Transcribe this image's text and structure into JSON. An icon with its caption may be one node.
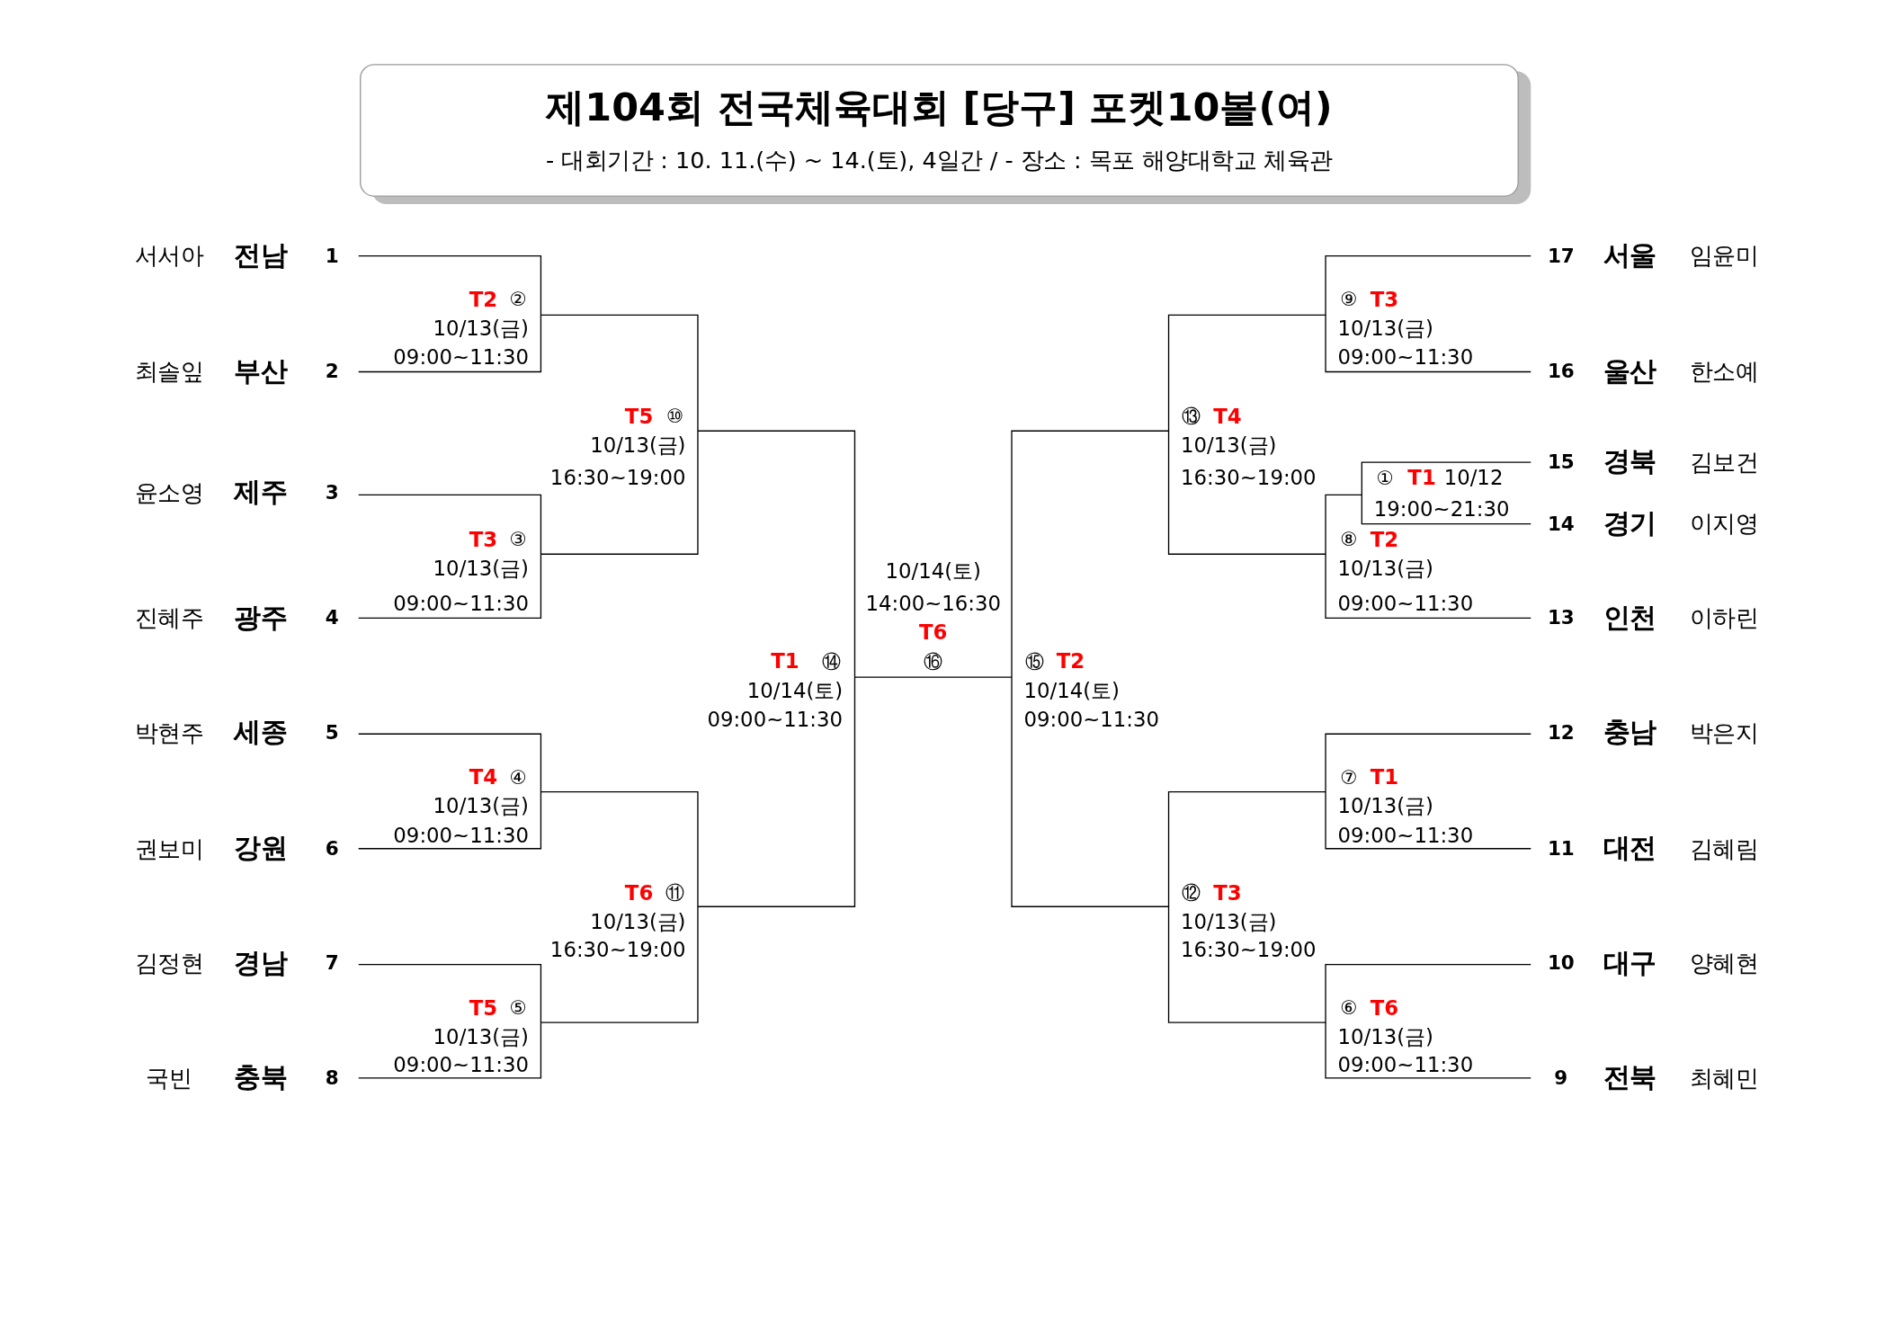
{
  "diagram": {
    "nodes": [
      {
        "text": [
          "제104회 전국체육대회 [당구] 포켓10볼(여)",
          "- 대회기간 : 10. 11.(수) ~ 14.(토), 4일간 / - 장소 : 목포 해양대학교 체육관"
        ]
      }
    ],
    "labels": [
      "서서아",
      "전남",
      "1",
      "최솔잎",
      "부산",
      "2",
      "윤소영",
      "제주",
      "3",
      "진혜주",
      "광주",
      "4",
      "박현주",
      "세종",
      "5",
      "권보미",
      "강원",
      "6",
      "김정현",
      "경남",
      "7",
      "국빈",
      "충북",
      "8",
      "17",
      "서울",
      "임윤미",
      "16",
      "울산",
      "한소예",
      "15",
      "경북",
      "김보건",
      "14",
      "경기",
      "이지영",
      "13",
      "인천",
      "이하린",
      "12",
      "충남",
      "박은지",
      "11",
      "대전",
      "김혜림",
      "10",
      "대구",
      "양혜현",
      "9",
      "전북",
      "최혜민",
      "T2",
      "②",
      "10/13(금)",
      "09:00~11:30",
      "T3",
      "③",
      "10/13(금)",
      "09:00~11:30",
      "T4",
      "④",
      "10/13(금)",
      "09:00~11:30",
      "T5",
      "⑤",
      "10/13(금)",
      "09:00~11:30",
      "T5",
      "⑩",
      "10/13(금)",
      "16:30~19:00",
      "T6",
      "⑪",
      "10/13(금)",
      "16:30~19:00",
      "T1",
      "⑭",
      "10/14(토)",
      "09:00~11:30",
      "10/14(토)",
      "14:00~16:30",
      "T6",
      "⑯",
      "⑮",
      "T2",
      "10/14(토)",
      "09:00~11:30",
      "⑬",
      "T4",
      "10/13(금)",
      "16:30~19:00",
      "⑫",
      "T3",
      "10/13(금)",
      "16:30~19:00",
      "⑨",
      "T3",
      "10/13(금)",
      "09:00~11:30",
      "①",
      "T1",
      "10/12",
      "19:00~21:30",
      "⑧",
      "T2",
      "10/13(금)",
      "09:00~11:30",
      "⑦",
      "T1",
      "10/13(금)",
      "09:00~11:30",
      "⑥",
      "T6",
      "10/13(금)",
      "09:00~11:30"
    ]
  }
}
